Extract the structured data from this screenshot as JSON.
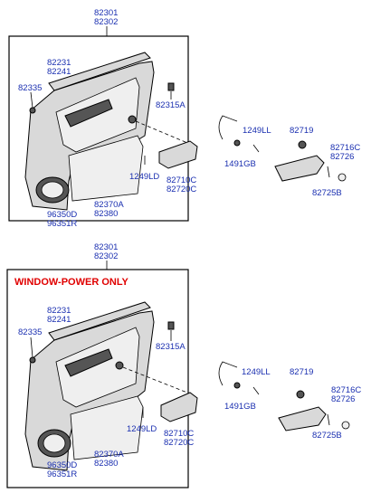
{
  "colors": {
    "label": "#1a2fb0",
    "note": "#e00000",
    "line": "#000000"
  },
  "panels": [
    {
      "note": "",
      "header": [
        "82301",
        "82302"
      ],
      "labels": {
        "weatherstrip": [
          "82231",
          "82241"
        ],
        "clip": "82335",
        "fastener": "82315A",
        "speaker": [
          "96350D",
          "96351R"
        ],
        "pocket": [
          "82370A",
          "82380"
        ],
        "screw": "1249LD",
        "pull_handle": [
          "82710C",
          "82720C"
        ],
        "bolt": "1249LL",
        "washer": "1491GB",
        "cap": "82719",
        "grip": [
          "82716C",
          "82726"
        ],
        "grip_cover": "82725B"
      }
    },
    {
      "note": "WINDOW-POWER ONLY",
      "header": [
        "82301",
        "82302"
      ],
      "labels": {
        "weatherstrip": [
          "82231",
          "82241"
        ],
        "clip": "82335",
        "fastener": "82315A",
        "speaker": [
          "96350D",
          "96351R"
        ],
        "pocket": [
          "82370A",
          "82380"
        ],
        "screw": "1249LD",
        "pull_handle": [
          "82710C",
          "82720C"
        ],
        "bolt": "1249LL",
        "washer": "1491GB",
        "cap": "82719",
        "grip": [
          "82716C",
          "82726"
        ],
        "grip_cover": "82725B"
      }
    }
  ]
}
